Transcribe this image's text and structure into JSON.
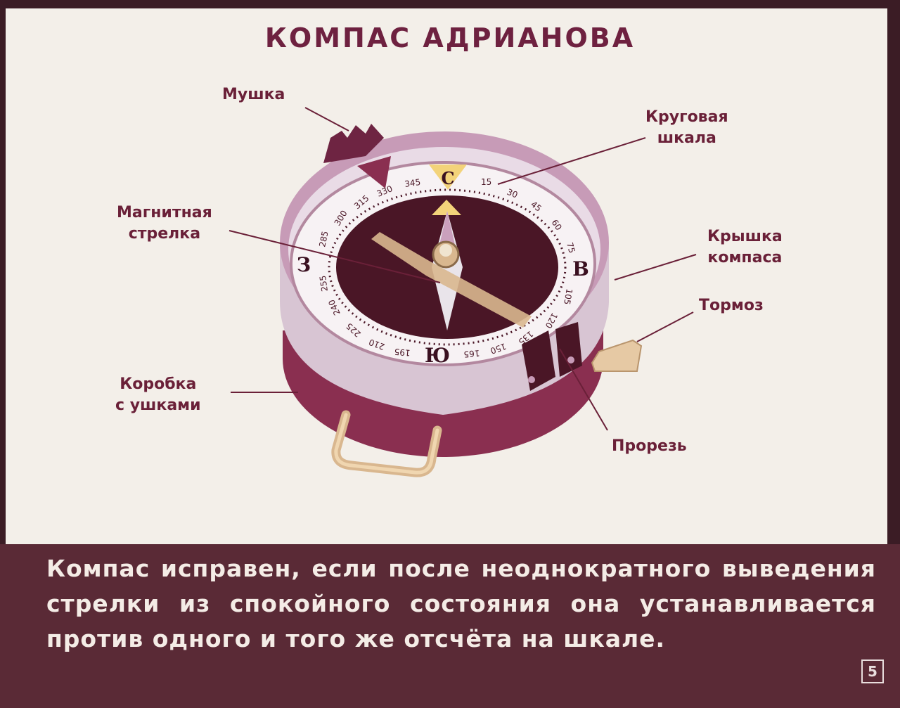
{
  "title": "КОМПАС АДРИАНОВА",
  "labels": {
    "mushka": "Мушка",
    "krugovaya_shkala": [
      "Круговая",
      "шкала"
    ],
    "magnitnaya_strelka": [
      "Магнитная",
      "стрелка"
    ],
    "kryshka_kompasa": [
      "Крышка",
      "компаса"
    ],
    "tormoz": "Тормоз",
    "korobka": [
      "Коробка",
      "с ушками"
    ],
    "prorez": "Прорезь"
  },
  "dial": {
    "cardinal": {
      "north": "С",
      "east": "В",
      "south": "Ю",
      "west": "З"
    },
    "numbers": [
      "15",
      "30",
      "45",
      "60",
      "75",
      "105",
      "120",
      "135",
      "150",
      "165",
      "195",
      "210",
      "225",
      "240",
      "255",
      "285",
      "300",
      "315",
      "330",
      "345"
    ]
  },
  "caption": "Компас исправен, если после неоднократного выведения стрелки из спокойного состояния она устанавливается против одного и того же отсчёта на шкале.",
  "page_number": "5",
  "colors": {
    "background": "#f3efe9",
    "label_text": "#6a2038",
    "caption_band": "#5a2a36",
    "compass_rim": "#c79bb7",
    "compass_body": "#7a2a49",
    "dial_face": "#4a1626",
    "needle_north": "#caa0bd",
    "accent_yellow": "#f3d37a"
  }
}
